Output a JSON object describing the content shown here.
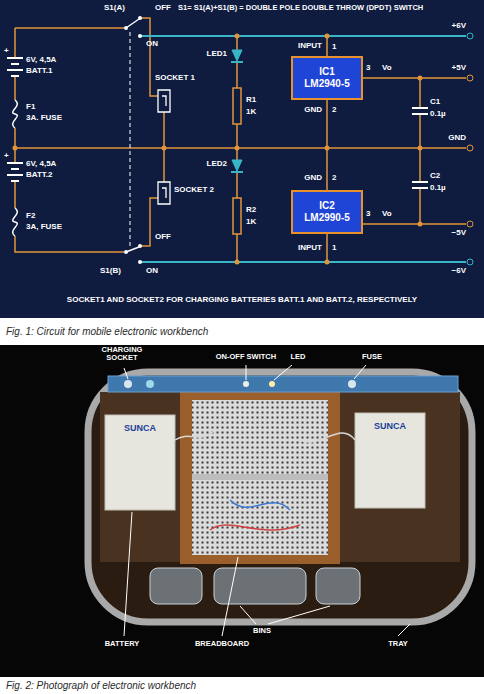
{
  "diagram": {
    "caption": "Fig. 1: Circuit for mobile electronic workbench",
    "nodes": [
      {
        "text": [
          "IC1",
          "LM2940-5"
        ]
      },
      {
        "text": [
          "IC2",
          "LM2990-5"
        ]
      }
    ],
    "edges": [
      {
        "from": 0,
        "to": 1,
        "arrow": "none"
      }
    ],
    "labels": [
      "S1(A)",
      "OFF",
      "ON",
      "S1= S1(A)+S1(B) = DOUBLE POLE DOUBLE THROW (DPDT) SWITCH",
      "+6V",
      "+",
      "6V, 4,5A",
      "BATT.1",
      "F1",
      "3A. FUSE",
      "SOCKET 1",
      "LED1",
      "R1",
      "1K",
      "INPUT",
      "1",
      "3",
      "Vo",
      "+5V",
      "C1",
      "0.1µ",
      "GND",
      "2",
      "GND",
      "+",
      "SOCKET 2",
      "6V, 4,5A",
      "BATT.2",
      "F2",
      "3A, FUSE",
      "LED2",
      "R2",
      "1K",
      "C2",
      "0.1µ",
      "GND",
      "2",
      "3",
      "Vo",
      "−5V",
      "INPUT",
      "1",
      "OFF",
      "S1(B)",
      "ON",
      "−6V",
      "SOCKET1 AND SOCKET2 FOR CHARGING BATTERIES BATT.1 AND BATT.2, RESPECTIVELY",
      "CHARGING SOCKET",
      "ON-OFF SWITCH",
      "LED",
      "FUSE",
      "SUNCA",
      "SUNCA",
      "BATTERY",
      "BREADBOARD",
      "BINS",
      "TRAY",
      "Fig. 2: Photograph of electronic workbench"
    ]
  }
}
